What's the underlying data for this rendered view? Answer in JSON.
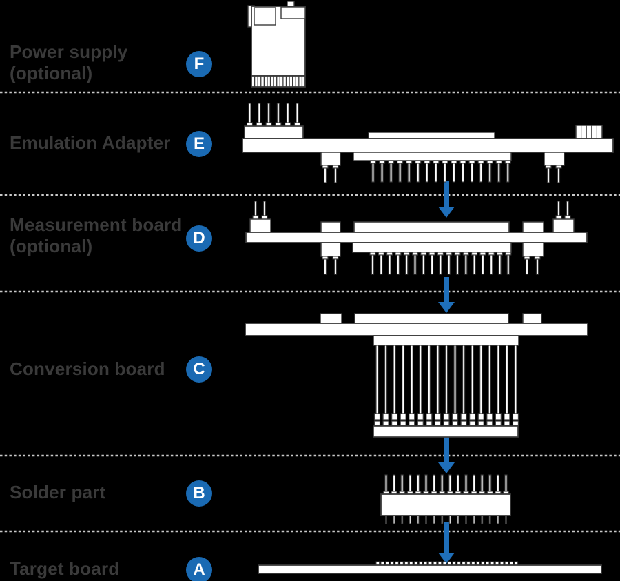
{
  "diagram": {
    "description": "Component stack assembly diagram",
    "colors": {
      "background": "#000000",
      "label_text": "#3a3a3a",
      "badge_background": "#1a6ab3",
      "badge_text": "#ffffff",
      "arrow": "#1f6fba",
      "part_fill": "#ffffff",
      "part_stroke": "#3a3a3a",
      "separator": "#c9c9c9"
    },
    "rows": [
      {
        "id": "power-supply",
        "label_line1": "Power supply",
        "label_line2": "(optional)",
        "badge": "F"
      },
      {
        "id": "emulation-adapter",
        "label_line1": "Emulation Adapter",
        "label_line2": "",
        "badge": "E"
      },
      {
        "id": "measurement-board",
        "label_line1": "Measurement board",
        "label_line2": "(optional)",
        "badge": "D"
      },
      {
        "id": "conversion-board",
        "label_line1": "Conversion board",
        "label_line2": "",
        "badge": "C"
      },
      {
        "id": "solder-part",
        "label_line1": "Solder part",
        "label_line2": "",
        "badge": "B"
      },
      {
        "id": "target-board",
        "label_line1": "Target board",
        "label_line2": "",
        "badge": "A"
      }
    ],
    "arrows": [
      {
        "from": "E",
        "to": "D"
      },
      {
        "from": "D",
        "to": "C"
      },
      {
        "from": "C",
        "to": "B"
      },
      {
        "from": "B",
        "to": "A"
      }
    ]
  }
}
